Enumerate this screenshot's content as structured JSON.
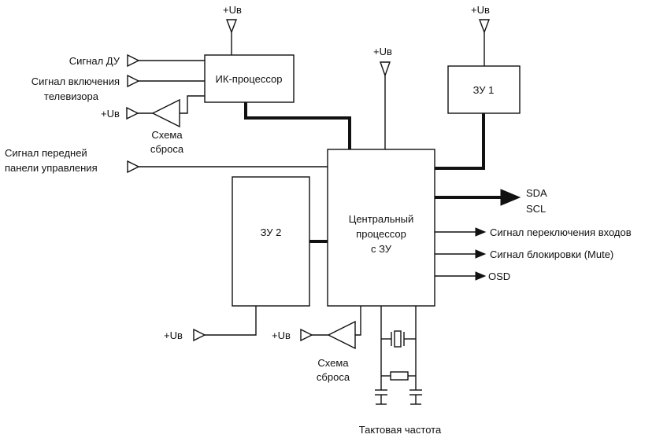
{
  "supply_label": "+Uв",
  "blocks": {
    "ir_processor": "ИК-процессор",
    "memory1": "ЗУ 1",
    "memory2": "ЗУ 2",
    "cpu": [
      "Центральный",
      "процессор",
      "с ЗУ"
    ]
  },
  "inputs": {
    "remote_signal": "Сигнал ДУ",
    "tv_on_signal": [
      "Сигнал включения",
      "телевизора"
    ],
    "front_panel_signal": [
      "Сигнал передней",
      "панели управления"
    ]
  },
  "reset_circuit_label": [
    "Схема",
    "сброса"
  ],
  "outputs": {
    "bus": [
      "SDA",
      "SCL"
    ],
    "input_switch": "Сигнал переключения входов",
    "mute": "Сигнал блокировки (Mute)",
    "osd": "OSD"
  },
  "clock_label": "Тактовая частота",
  "colors": {
    "line": "#111111",
    "background": "#ffffff"
  }
}
